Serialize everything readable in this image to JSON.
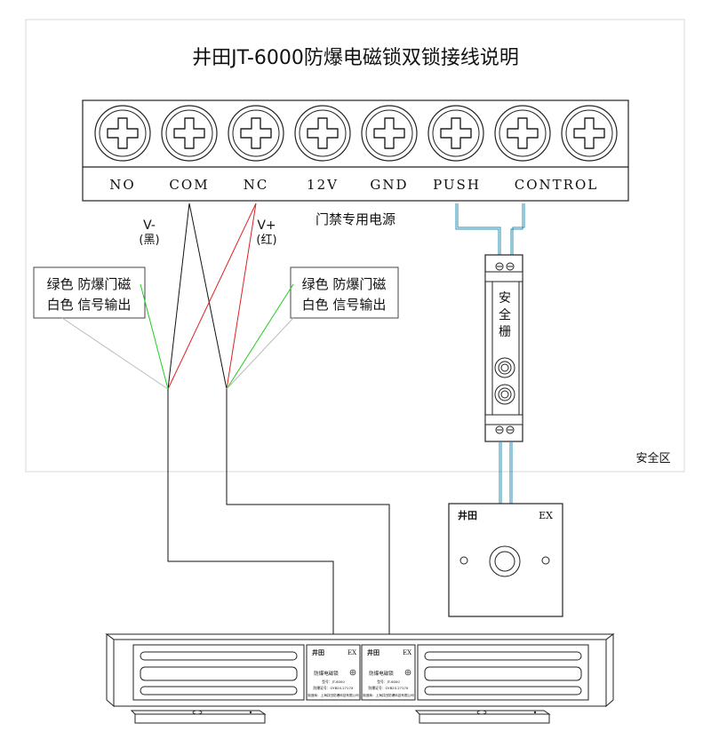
{
  "title": "井田JT-6000防爆电磁锁双锁接线说明",
  "terminal_labels": [
    "NO",
    "COM",
    "NC",
    "12V",
    "GND",
    "PUSH",
    "CONTROL"
  ],
  "power_label": "门禁专用电源",
  "v_minus": "V-",
  "v_minus_color": "(黑)",
  "v_plus": "V+",
  "v_plus_color": "(红)",
  "left_note": {
    "line1": "绿色 防爆门磁",
    "line2": "白色 信号输出"
  },
  "right_note": {
    "line1": "绿色 防爆门磁",
    "line2": "白色 信号输出"
  },
  "barrier_label": "安全栅",
  "safe_zone_label": "安全区",
  "exit_button": {
    "brand": "井田",
    "mark": "EX"
  },
  "lock_plate": {
    "brand": "井田",
    "mark": "EX",
    "name": "防爆电磁锁",
    "model": "型号：JT-6000",
    "cert": "防爆证号：GYB20.2717X",
    "maker": "制造商：上海井田防爆科技有限公司"
  },
  "colors": {
    "positive": "#e02020",
    "negative": "#111111",
    "green": "#22cc22",
    "white": "#bbbbbb",
    "signal": "#2a8fb0"
  }
}
